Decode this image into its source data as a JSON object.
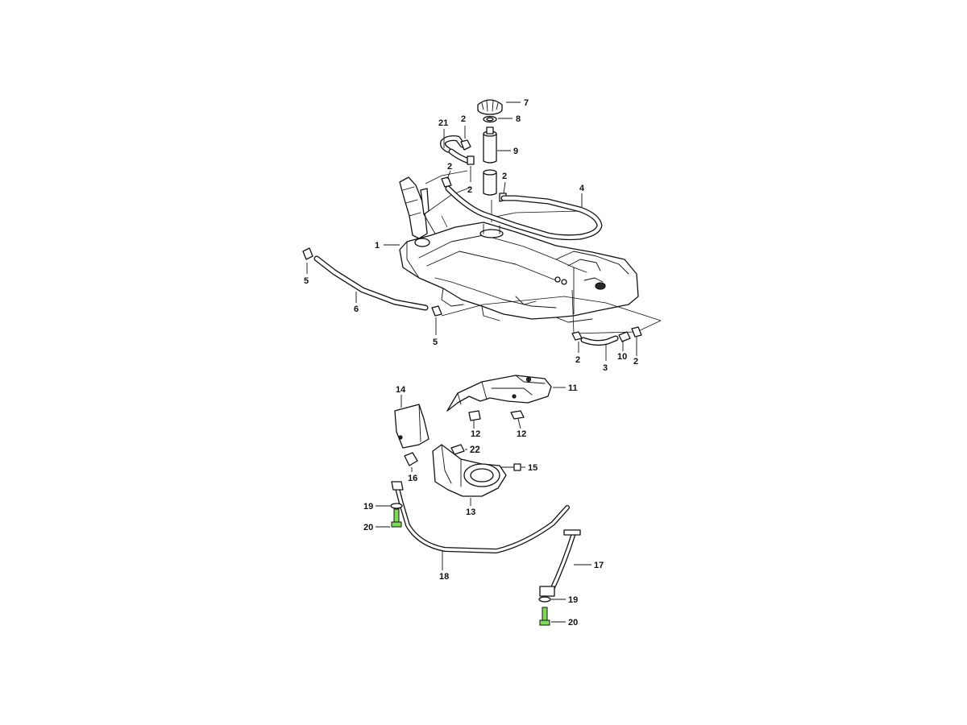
{
  "diagram": {
    "callouts": [
      "1",
      "2",
      "3",
      "4",
      "5",
      "6",
      "7",
      "8",
      "9",
      "10",
      "11",
      "12",
      "13",
      "14",
      "15",
      "16",
      "17",
      "18",
      "19",
      "20",
      "21",
      "22"
    ],
    "highlight_color": "#7ed957"
  }
}
